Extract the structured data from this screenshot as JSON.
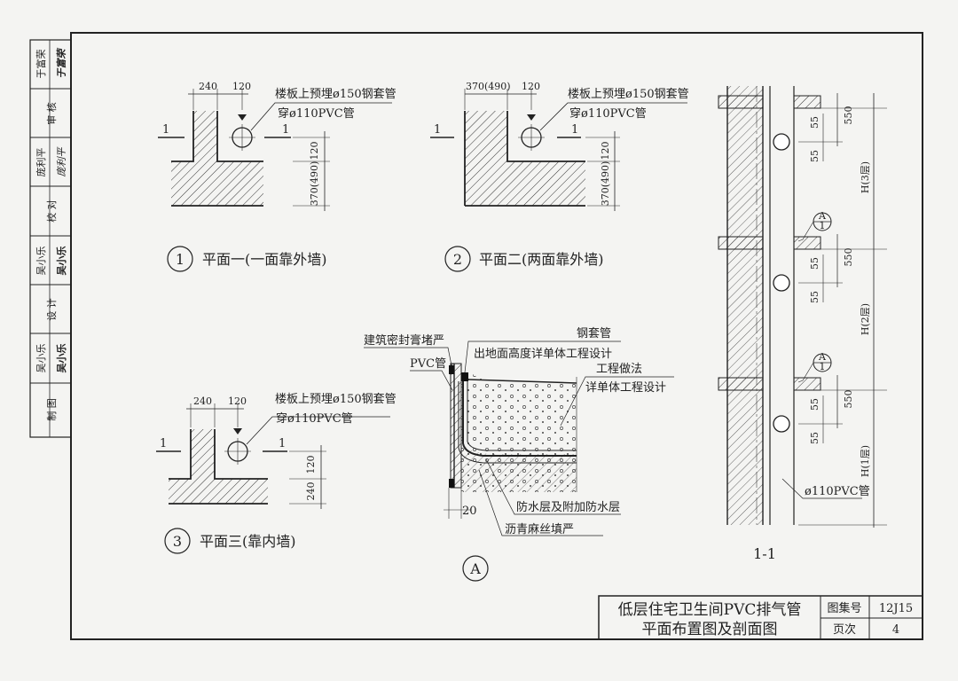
{
  "side_strip": {
    "row1": "于富荣",
    "row1_sign": "于富荣",
    "row2": "审 核",
    "row3": "庞利平",
    "row3_sign": "庞利平",
    "row4": "校 对",
    "row5": "吴小乐",
    "row5_sign": "吴小乐",
    "row6": "设 计",
    "row7": "吴小乐",
    "row7_sign": "吴小乐",
    "row8": "制 图"
  },
  "plan1": {
    "dim_top_left": "240",
    "dim_top_right": "120",
    "note1": "楼板上预埋ø150钢套管",
    "note2": "穿ø110PVC管",
    "dim_v1": "120",
    "dim_v2": "370(490)",
    "cut": "1",
    "num": "1",
    "caption": "平面一(一面靠外墙)"
  },
  "plan2": {
    "dim_top_left": "370(490)",
    "dim_top_right": "120",
    "note1": "楼板上预埋ø150钢套管",
    "note2": "穿ø110PVC管",
    "dim_v1": "120",
    "dim_v2": "370(490)",
    "cut": "1",
    "num": "2",
    "caption": "平面二(两面靠外墙)"
  },
  "plan3": {
    "dim_top_left": "240",
    "dim_top_right": "120",
    "note1": "楼板上预埋ø150钢套管",
    "note2": "穿ø110PVC管",
    "dim_v1": "120",
    "dim_v2": "240",
    "cut": "1",
    "num": "3",
    "caption": "平面三(靠内墙)"
  },
  "detailA": {
    "label_seal": "建筑密封膏堵严",
    "label_pvc": "PVC管",
    "label_steel": "钢套管",
    "label_height": "出地面高度详单体工程设计",
    "label_work1": "工程做法",
    "label_work2": "详单体工程设计",
    "label_waterproof": "防水层及附加防水层",
    "label_asphalt": "沥青麻丝填严",
    "dim": "20",
    "num": "A"
  },
  "section": {
    "dim_550": "550",
    "dim_55": "55",
    "h3": "H(3层)",
    "h2": "H(2层)",
    "h1": "H(1层)",
    "ref_top": "A",
    "ref_bot": "1",
    "pipe_label": "ø110PVC管",
    "title": "1-1"
  },
  "title_block": {
    "title1": "低层住宅卫生间PVC排气管",
    "title2": "平面布置图及剖面图",
    "atlas_label": "图集号",
    "atlas_value": "12J15",
    "page_label": "页次",
    "page_value": "4"
  }
}
